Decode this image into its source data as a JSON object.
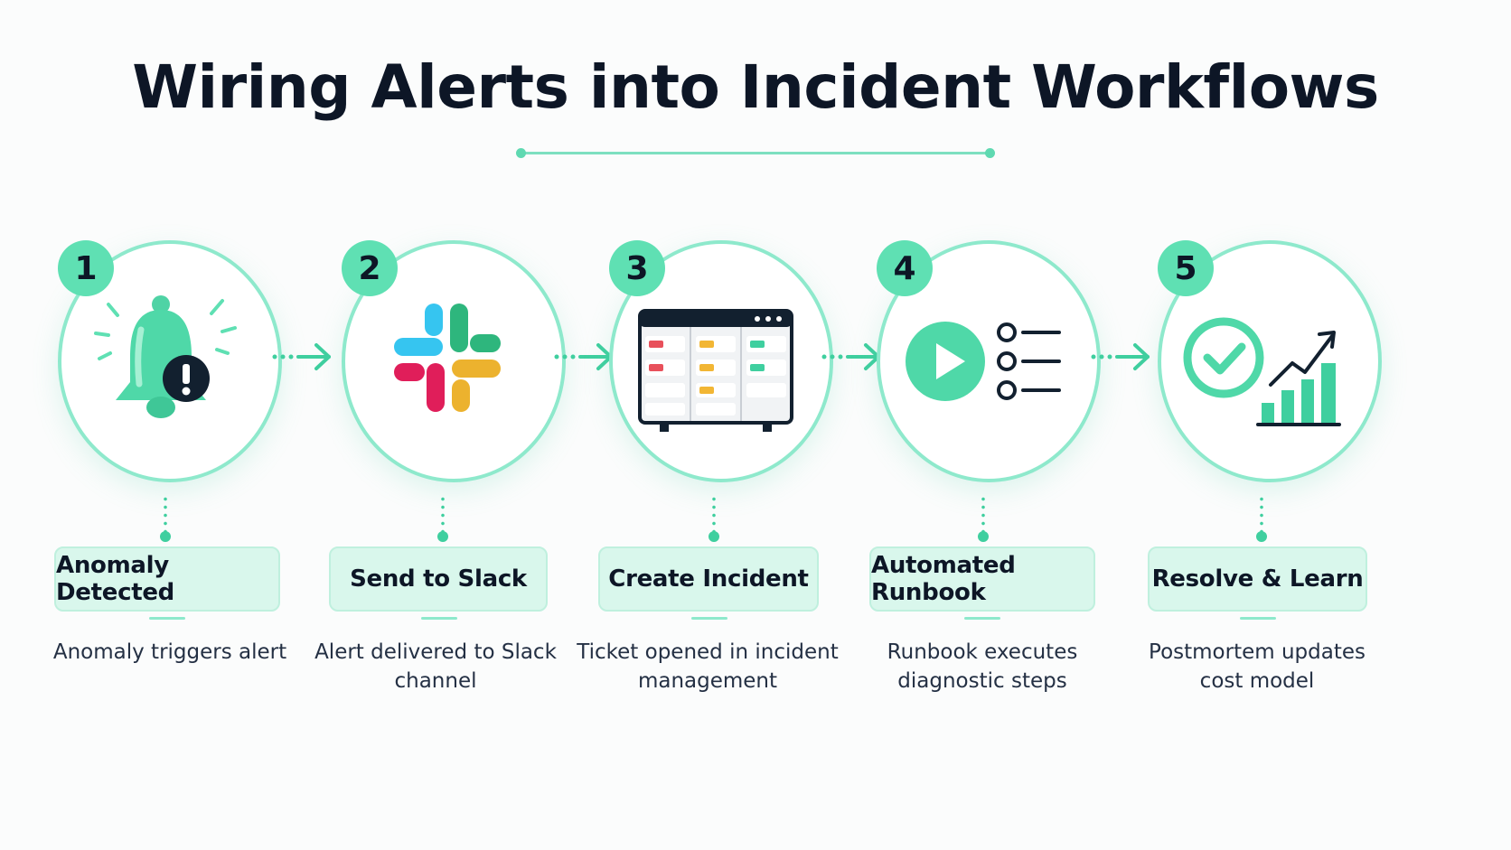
{
  "title": "Wiring Alerts into Incident Workflows",
  "colors": {
    "accent": "#5fe0b3",
    "accent_border": "#8ee9cc",
    "label_bg": "#d9f7ec",
    "text": "#0d1626"
  },
  "steps": [
    {
      "number": "1",
      "label": "Anomaly Detected",
      "description": "Anomaly triggers alert",
      "icon": "bell-alert-icon"
    },
    {
      "number": "2",
      "label": "Send to Slack",
      "description": "Alert delivered to Slack channel",
      "icon": "slack-logo-icon"
    },
    {
      "number": "3",
      "label": "Create Incident",
      "description": "Ticket opened in incident management",
      "icon": "kanban-board-icon"
    },
    {
      "number": "4",
      "label": "Automated Runbook",
      "description": "Runbook executes diagnostic steps",
      "icon": "play-checklist-icon"
    },
    {
      "number": "5",
      "label": "Resolve & Learn",
      "description": "Postmortem updates cost model",
      "icon": "check-growth-chart-icon"
    }
  ]
}
